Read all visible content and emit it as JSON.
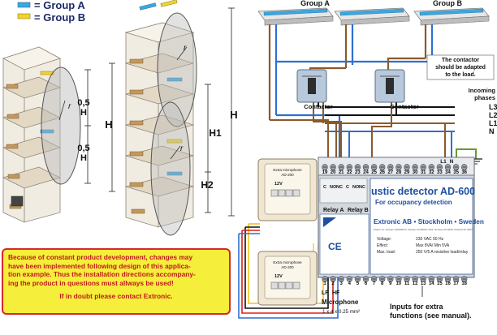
{
  "legend": {
    "group_a_label": "= Group A",
    "group_b_label": "= Group B",
    "colors": {
      "group_a": "#3aa8e0",
      "group_b": "#f2d22b"
    }
  },
  "shelf_left": {
    "h_top": "0,5",
    "h_top_unit": "H",
    "h_bottom": "0,5",
    "h_bottom_unit": "H",
    "h_total": "H",
    "radius": "r"
  },
  "shelf_right": {
    "radius_top": "r",
    "radius_bottom": "r",
    "h_total": "H",
    "h1": "H1",
    "h2": "H2"
  },
  "lights": {
    "group_a_label": "Group A",
    "group_b_label": "Group B"
  },
  "contactors": {
    "label_1": "Contactor",
    "label_2": "Contactor",
    "note_line1": "The contactor",
    "note_line2": "should be adapted",
    "note_line3": "to the load."
  },
  "phases": {
    "title_line1": "Incoming",
    "title_line2": "phases",
    "l3": "L3",
    "l2": "L2",
    "l1": "L1",
    "n": "N"
  },
  "detector": {
    "top_terminals": [
      "19",
      "20",
      "21",
      "22",
      "23",
      "24",
      "25",
      "26",
      "27",
      "28",
      "29",
      "30",
      "31",
      "32",
      "33",
      "34",
      "35",
      "36"
    ],
    "bottom_terminals": [
      "1",
      "2",
      "3",
      "4",
      "5",
      "6",
      "7",
      "8",
      "9",
      "10",
      "11",
      "12",
      "13",
      "14",
      "15",
      "16",
      "17",
      "18"
    ],
    "title": "ustic detector AD-600",
    "subtitle": "For occupancy detection",
    "company": "Extronic AB • Stockholm • Sweden",
    "small_print": "Patent no: Europe 0101006-6, Sweden 0100011-2/03, Norway 20-3005, Finland 20-3357",
    "voltage_label": "Voltage:",
    "voltage_value": "230 VAC 50 Hz",
    "effect_label": "Effect:",
    "effect_value": "Max 8VA/ Min 5VA",
    "max_load_label": "Max. load:",
    "max_load_value": "250 V/5 A resistive load/relay",
    "relay_a": "Relay A",
    "relay_b": "Relay B",
    "relay_a_contacts": [
      "C",
      "NO",
      "NC"
    ],
    "relay_b_contacts": [
      "C",
      "NO",
      "NC"
    ],
    "l1_terminal": "L1",
    "n_terminal": "N",
    "lf": "LF",
    "hf": "HF"
  },
  "microphones": {
    "mic1_title": "Extra microphone",
    "mic1_model": "AD-200",
    "mic2_title": "Extra microphone",
    "mic2_model": "AD-200",
    "mic_voltage": "12V",
    "mic_label": "Microphone",
    "cable_spec": "1 x 4 x 0.25 mm²"
  },
  "inputs_note": {
    "line1": "Inputs for extra",
    "line2": "functions (see manual)."
  },
  "notice": {
    "line1": "Because of constant product development, changes may",
    "line2": "have been implemented following design of this applica-",
    "line3": "tion example. Thus the installation directions accompany-",
    "line4": "ing the product in questions must allways be used!",
    "contact": "If in doubt please contact Extronic."
  }
}
